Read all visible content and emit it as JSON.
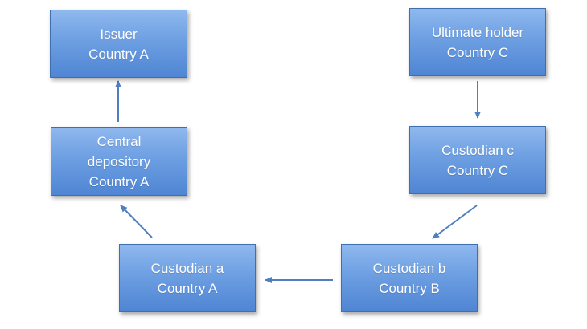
{
  "nodes": {
    "issuer": {
      "line1": "Issuer",
      "line2": "Country A"
    },
    "ultimate_holder": {
      "line1": "Ultimate holder",
      "line2": "Country C"
    },
    "central_depository": {
      "line1": "Central",
      "line2": "depository",
      "line3": "Country A"
    },
    "custodian_c": {
      "line1": "Custodian c",
      "line2": "Country C"
    },
    "custodian_a": {
      "line1": "Custodian a",
      "line2": "Country A"
    },
    "custodian_b": {
      "line1": "Custodian b",
      "line2": "Country B"
    }
  },
  "edges": [
    {
      "from": "ultimate_holder",
      "to": "custodian_c"
    },
    {
      "from": "custodian_c",
      "to": "custodian_b"
    },
    {
      "from": "custodian_b",
      "to": "custodian_a"
    },
    {
      "from": "custodian_a",
      "to": "central_depository"
    },
    {
      "from": "central_depository",
      "to": "issuer"
    }
  ],
  "colors": {
    "box_fill_top": "#8fb8ee",
    "box_fill_bottom": "#4f85d3",
    "box_border": "#3f6fb0",
    "box_text": "#ffffff",
    "arrow": "#4f7fbf"
  }
}
